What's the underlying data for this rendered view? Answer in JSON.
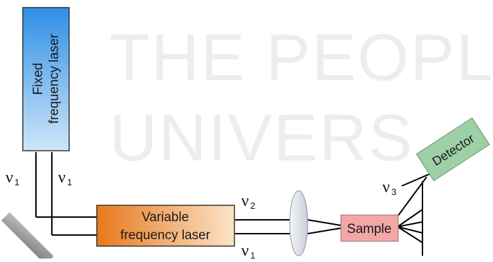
{
  "watermark": {
    "line1": "THE PEOPL",
    "line2": "UNIVERS"
  },
  "labels": {
    "fixed_laser_line1": "Fixed",
    "fixed_laser_line2": "frequency laser",
    "variable_laser_line1": "Variable",
    "variable_laser_line2": "frequency laser",
    "sample": "Sample",
    "detector": "Detector",
    "nu": "ν",
    "sub_1": "1",
    "sub_2": "2",
    "sub_3": "3"
  },
  "colors": {
    "fixed_laser_top": "#2e8fe6",
    "fixed_laser_bottom": "#cfe6f7",
    "variable_laser_left": "#e8791e",
    "variable_laser_right": "#fbe3c8",
    "sample_fill": "#f2a7a7",
    "detector_fill": "#9ed0a6",
    "mirror": "#9b9b9b",
    "lens": "#dfe2ea",
    "watermark": "#ededed",
    "beam": "#000000"
  }
}
